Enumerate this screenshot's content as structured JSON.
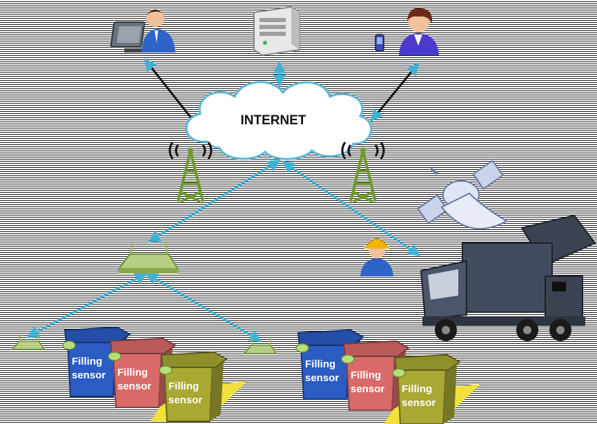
{
  "cloud": {
    "label": "INTERNET"
  },
  "bin_groups": [
    {
      "bins": [
        {
          "label_line1": "Filling",
          "label_line2": "sensor",
          "color": "#2a5cc4"
        },
        {
          "label_line1": "Filling",
          "label_line2": "sensor",
          "color": "#d96a6a"
        },
        {
          "label_line1": "Filling",
          "label_line2": "sensor",
          "color": "#a8a833"
        }
      ]
    },
    {
      "bins": [
        {
          "label_line1": "Filling",
          "label_line2": "sensor",
          "color": "#2a5cc4"
        },
        {
          "label_line1": "Filling",
          "label_line2": "sensor",
          "color": "#d96a6a"
        },
        {
          "label_line1": "Filling",
          "label_line2": "sensor",
          "color": "#a8a833"
        }
      ]
    }
  ],
  "colors": {
    "link": "#3fb3d6",
    "link_dark": "#111111",
    "tower": "#6f9a2a",
    "router": "#9cba5e",
    "cloud_stroke": "#5bb8d8",
    "satellite": "#c9d3ea",
    "truck": "#2e3440"
  },
  "icons": [
    "user-at-computer-icon",
    "server-icon",
    "user-with-phone-icon",
    "cell-tower-icon",
    "satellite-icon",
    "wireless-router-icon",
    "worker-icon",
    "garbage-truck-icon",
    "sensor-antenna-icon"
  ]
}
